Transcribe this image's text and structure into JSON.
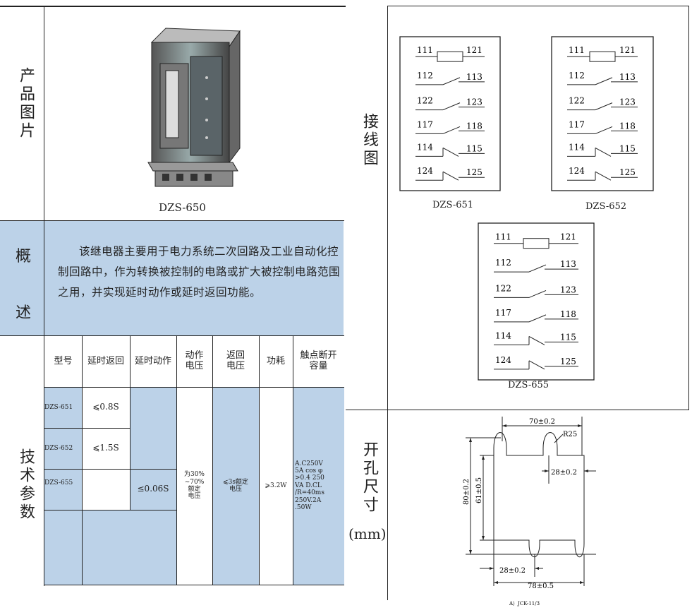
{
  "left": {
    "product_image_label": "产品图片",
    "product_model": "DZS-650",
    "overview_label_1": "概",
    "overview_label_2": "述",
    "overview_text": "该继电器主要用于电力系统二次回路及工业自动化控制回路中，作为转换被控制的电路或扩大被控制电路范围之用，并实现延时动作或延时返回功能。",
    "tech_params_label": "技术参数",
    "table_headers": [
      "型号",
      "延时返回",
      "延时动作",
      "动作\n电压",
      "返回\n电压",
      "功耗",
      "触点断开\n容量"
    ],
    "rows": [
      {
        "model": "DZS-651",
        "delay_return": "⩽0.8S"
      },
      {
        "model": "DZS-652",
        "delay_return": "⩽1.5S"
      },
      {
        "model": "DZS-655",
        "delay_return": ""
      }
    ],
    "delay_action": "≤0.06S",
    "action_voltage": "为30%\n~70%\n额定\n电压",
    "return_voltage": "⩽3s额定\n电压",
    "power": "⩾3.2W",
    "contact_capacity": "A.C250V\n5A cos φ\n>0.4 250\nVA D.CL\n/R=40ms\n250V.2A\n.50W"
  },
  "right": {
    "wiring_label": "接线图",
    "diagrams": [
      {
        "name": "DZS-651",
        "terminals": [
          "111",
          "121",
          "112",
          "113",
          "122",
          "123",
          "117",
          "118",
          "114",
          "115",
          "124",
          "125"
        ]
      },
      {
        "name": "DZS-652",
        "terminals": [
          "111",
          "121",
          "112",
          "113",
          "122",
          "123",
          "117",
          "118",
          "114",
          "115",
          "124",
          "125"
        ]
      },
      {
        "name": "DZS-655",
        "terminals": [
          "111",
          "121",
          "112",
          "113",
          "122",
          "123",
          "117",
          "118",
          "114",
          "115",
          "124",
          "125"
        ]
      }
    ],
    "cutout_label": "开孔尺寸",
    "cutout_unit": "(mm)",
    "dims": {
      "width_top": "70±0.2",
      "radius": "R25",
      "right_notch": "28±0.2",
      "height_outer": "80±0.2",
      "height_inner": "61±0.5",
      "bottom_notch": "28±0.2",
      "width_bottom": "78±0.5",
      "caption": "A）JCK-11/3"
    }
  }
}
